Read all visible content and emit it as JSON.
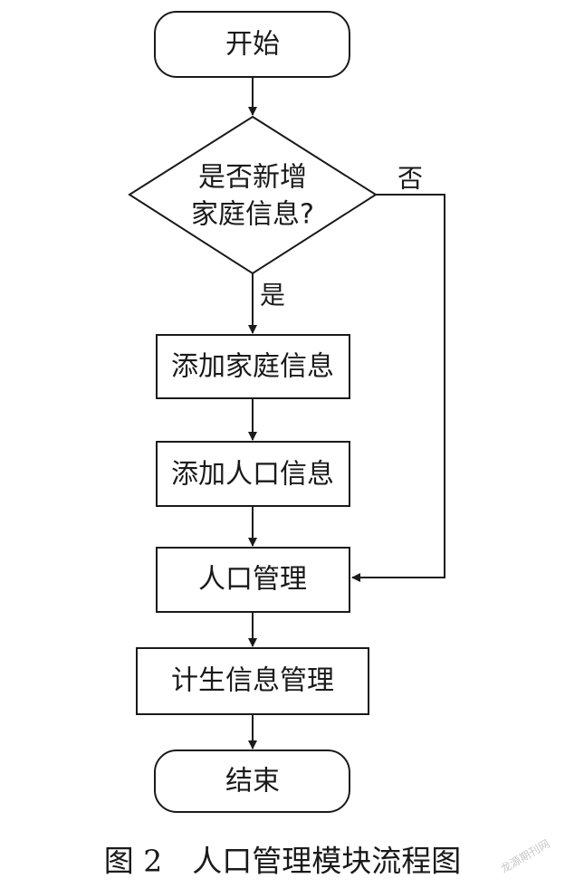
{
  "flowchart": {
    "start_label": "开始",
    "decision_line1": "是否新增",
    "decision_line2": "家庭信息?",
    "yes_label": "是",
    "no_label": "否",
    "add_family_label": "添加家庭信息",
    "add_population_label": "添加人口信息",
    "population_mgmt_label": "人口管理",
    "family_planning_label": "计生信息管理",
    "end_label": "结束"
  },
  "caption": "图 2　人口管理模块流程图",
  "watermark": "龙源期刊网"
}
